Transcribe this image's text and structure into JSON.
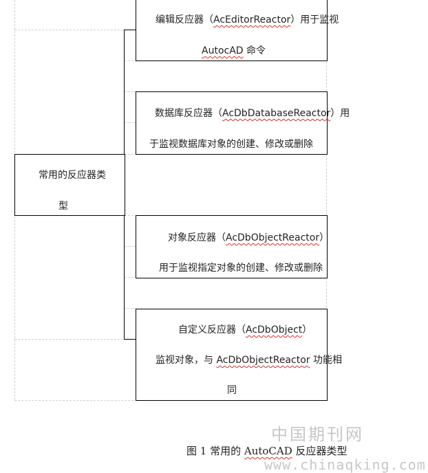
{
  "center": {
    "line1": "常用的反应器类",
    "line2": "型"
  },
  "boxes": {
    "editor": {
      "pre": "编辑反应器（",
      "code": "AcEditorReactor",
      "post": "）用于监视",
      "l2code": "AutocAD",
      "l2post": " 命令"
    },
    "database": {
      "pre": "数据库反应器（",
      "code": "AcDbDatabaseReactor",
      "post": "）用",
      "line2": "于监视数据库对象的创建、修改或删除"
    },
    "object": {
      "pre": "对象反应器（",
      "code": "AcDbObjectReactor",
      "post": "）",
      "line2": "用于监视指定对象的创建、修改或删除"
    },
    "custom": {
      "pre": "自定义反应器（",
      "code": "AcDbObject",
      "post": "）",
      "l2pre": "监视对象，与 ",
      "l2code": "AcDbObjectReactor",
      "l2post": " 功能相",
      "line3": "同"
    }
  },
  "caption": {
    "pre": "图 1 常用的 ",
    "code": "AutoCAD",
    "post": " 反应器类型"
  },
  "watermark": {
    "cn": "中国期刊网",
    "url": "www.chinaqking.com"
  }
}
